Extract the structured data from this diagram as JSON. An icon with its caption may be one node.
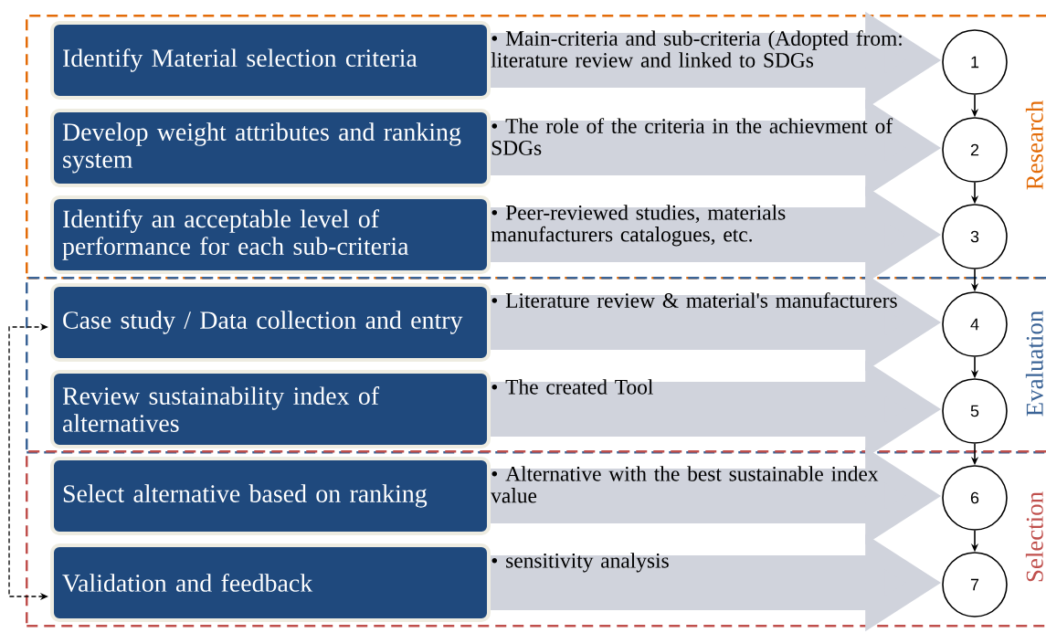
{
  "diagram": {
    "nodes": [
      {
        "text": [
          "Research"
        ]
      },
      {
        "text": [
          "Identify Material selection criteria"
        ],
        "in": 0
      },
      {
        "text": [
          "1"
        ],
        "in": 0
      },
      {
        "text": [
          "Develop weight attributes and ranking system"
        ],
        "in": 0
      },
      {
        "text": [
          "2"
        ],
        "in": 0
      },
      {
        "text": [
          "Identify an acceptable level of performance for each sub-criteria"
        ],
        "in": 0
      },
      {
        "text": [
          "3"
        ],
        "in": 0
      },
      {
        "text": [
          "Evaluation"
        ]
      },
      {
        "text": [
          "Case study / Data collection and entry"
        ],
        "in": 7
      },
      {
        "text": [
          "4"
        ],
        "in": 7
      },
      {
        "text": [
          "Review sustainability index of alternatives"
        ],
        "in": 7
      },
      {
        "text": [
          "5"
        ],
        "in": 7
      },
      {
        "text": [
          "Selection"
        ]
      },
      {
        "text": [
          "Select alternative based on ranking"
        ],
        "in": 12
      },
      {
        "text": [
          "6"
        ],
        "in": 12
      },
      {
        "text": [
          "Validation and feedback"
        ],
        "in": 12
      },
      {
        "text": [
          "7"
        ],
        "in": 12
      }
    ],
    "edges": [
      {
        "from": 1,
        "to": 2,
        "arrow": "to",
        "style": "thick",
        "color": "#d0d3dc",
        "label": "• Main-criteria and sub-criteria (Adopted from: literature review and linked to SDGs"
      },
      {
        "from": 3,
        "to": 4,
        "arrow": "to",
        "style": "thick",
        "color": "#d0d3dc",
        "label": "• The role of the criteria in the achievment of SDGs"
      },
      {
        "from": 5,
        "to": 6,
        "arrow": "to",
        "style": "thick",
        "color": "#d0d3dc",
        "label": "• Peer-reviewed studies, materials manufacturers catalogues, etc."
      },
      {
        "from": 8,
        "to": 9,
        "arrow": "to",
        "style": "thick",
        "color": "#d0d3dc",
        "label": "• Literature review & material's manufacturers"
      },
      {
        "from": 10,
        "to": 11,
        "arrow": "to",
        "style": "thick",
        "color": "#d0d3dc",
        "label": "• The created Tool"
      },
      {
        "from": 13,
        "to": 14,
        "arrow": "to",
        "style": "thick",
        "color": "#d0d3dc",
        "label": "• Alternative with the best sustainable index value"
      },
      {
        "from": 15,
        "to": 16,
        "arrow": "to",
        "style": "thick",
        "color": "#d0d3dc",
        "label": "• sensitivity analysis"
      },
      {
        "from": 2,
        "to": 4,
        "arrow": "to",
        "color": "#000000"
      },
      {
        "from": 4,
        "to": 6,
        "arrow": "to",
        "color": "#000000"
      },
      {
        "from": 6,
        "to": 9,
        "arrow": "to",
        "color": "#000000"
      },
      {
        "from": 9,
        "to": 11,
        "arrow": "to",
        "color": "#000000"
      },
      {
        "from": 11,
        "to": 14,
        "arrow": "to",
        "color": "#000000"
      },
      {
        "from": 14,
        "to": 16,
        "arrow": "to",
        "color": "#000000"
      },
      {
        "from": 15,
        "to": 8,
        "arrow": "both",
        "style": "dashed",
        "color": "#000000"
      }
    ]
  }
}
